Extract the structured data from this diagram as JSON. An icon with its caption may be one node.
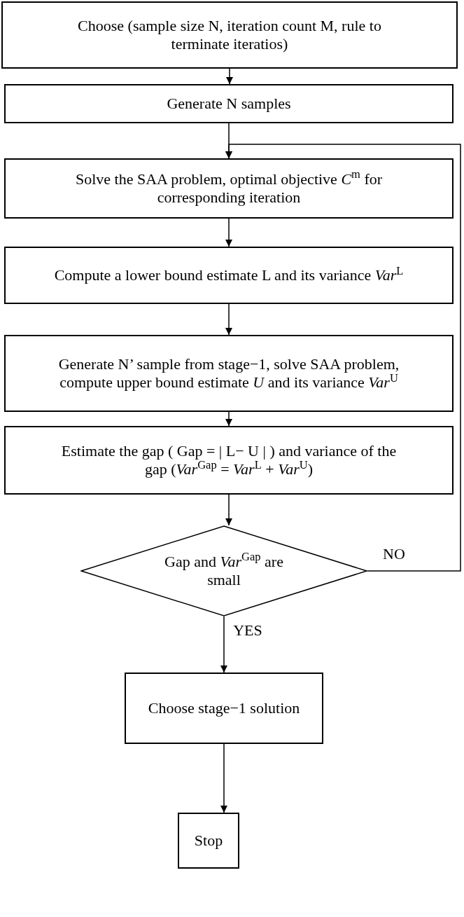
{
  "diagram": {
    "nodes": [
      {
        "text": [
          "Choose (sample size N, iteration count M, rule to terminate iteratios)"
        ]
      },
      {
        "text": [
          "Generate N samples"
        ]
      },
      {
        "text": [
          "Solve the SAA problem, optimal objective *C*$^{m}$ for corresponding iteration"
        ]
      },
      {
        "text": [
          "Compute a lower bound estimate L and its variance *Var*$^{L}$"
        ]
      },
      {
        "text": [
          "Generate N’ sample from stage−1, solve SAA problem, compute upper bound estimate *U* and its variance *Var*$^{U}$"
        ]
      },
      {
        "text": [
          "Estimate the gap ( Gap = | L− U | ) and variance of the gap (*Var*$^{Gap}$ = *Var*$^{L}$ + *Var*$^{U}$)"
        ]
      },
      {
        "text": [
          "Gap and *Var*$^{Gap}$ are small"
        ]
      },
      {
        "text": [
          "Choose stage−1 solution"
        ]
      },
      {
        "text": [
          "Stop"
        ]
      }
    ],
    "edges": [
      {
        "from": 0,
        "to": 1,
        "arrow": "to"
      },
      {
        "from": 1,
        "to": 2,
        "arrow": "to"
      },
      {
        "from": 2,
        "to": 3,
        "arrow": "to"
      },
      {
        "from": 3,
        "to": 4,
        "arrow": "to"
      },
      {
        "from": 4,
        "to": 5,
        "arrow": "to"
      },
      {
        "from": 5,
        "to": 6,
        "arrow": "to"
      },
      {
        "from": 6,
        "to": 7,
        "arrow": "to",
        "label": "YES"
      },
      {
        "from": 7,
        "to": 8,
        "arrow": "to"
      },
      {
        "from": 6,
        "to": 2,
        "arrow": "to",
        "label": "NO"
      }
    ]
  }
}
